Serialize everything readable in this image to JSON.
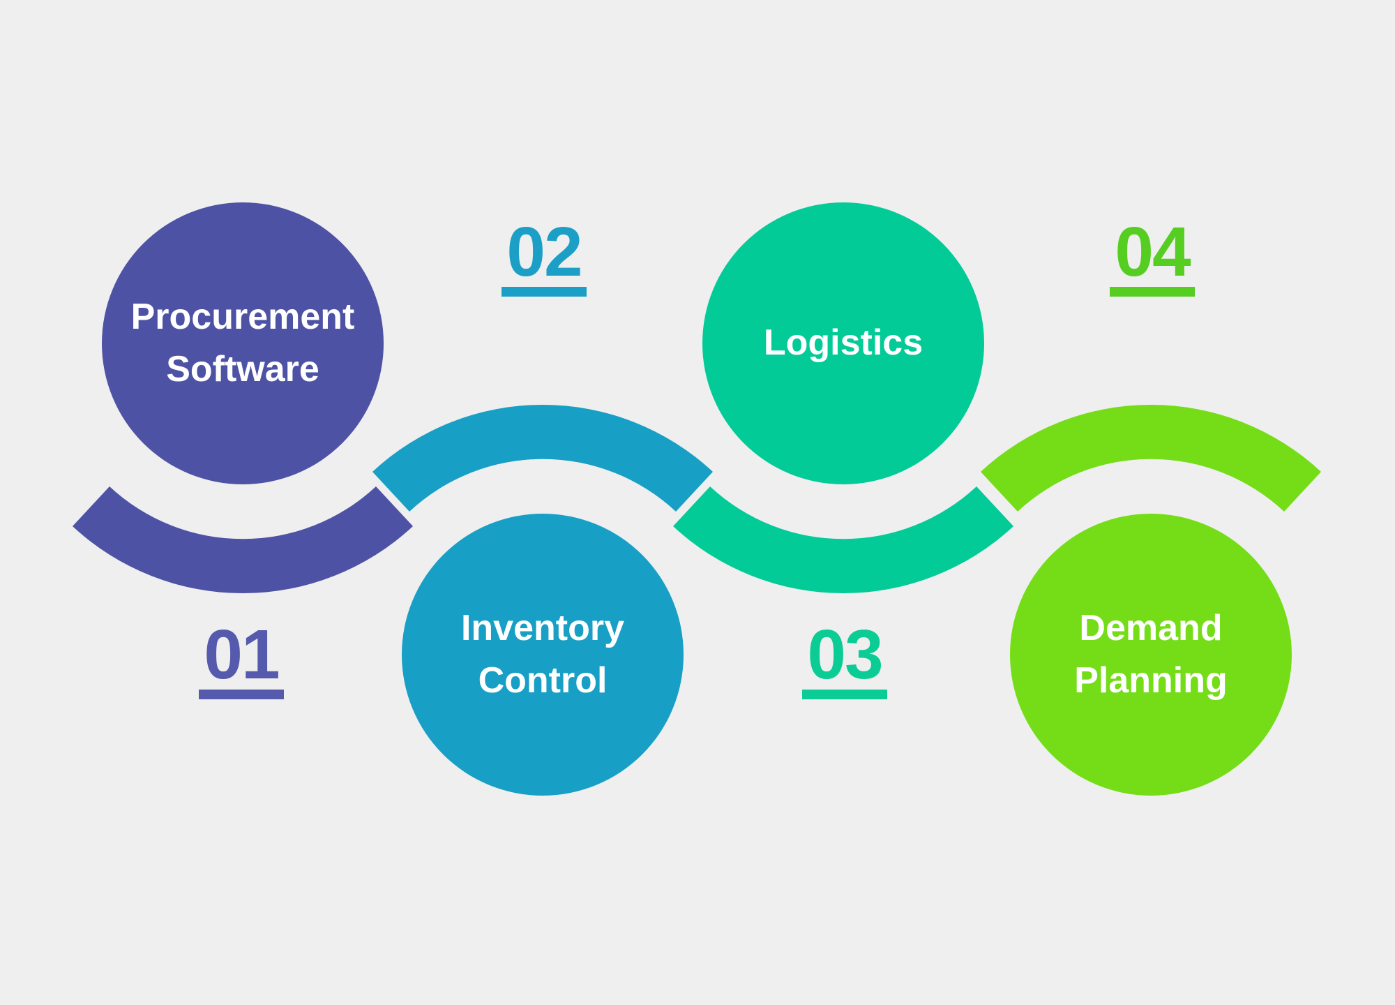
{
  "background_color": "#efefef",
  "label_text_color": "#ffffff",
  "steps": [
    {
      "number": "01",
      "label": "Procurement Software",
      "color": "#4d52a5",
      "number_color": "#555aad"
    },
    {
      "number": "02",
      "label": "Inventory Control",
      "color": "#179fc5",
      "number_color": "#1c9fc6"
    },
    {
      "number": "03",
      "label": "Logistics",
      "color": "#03cb98",
      "number_color": "#0ccc95"
    },
    {
      "number": "04",
      "label": "Demand Planning",
      "color": "#74dd17",
      "number_color": "#55ce21"
    }
  ]
}
